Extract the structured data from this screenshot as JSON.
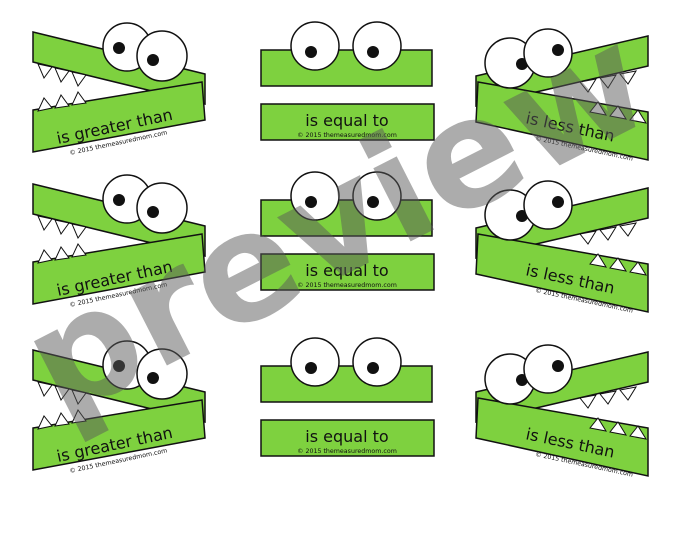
{
  "labels": {
    "greater": "is greater than",
    "equal": "is equal to",
    "less": "is less than"
  },
  "copyright": "© 2015 themeasuredmom.com",
  "watermark": "preview",
  "colors": {
    "green": "#7ed13f",
    "outline": "#111111",
    "eye_white": "#ffffff",
    "pupil": "#111111",
    "watermark": "#5a5a5a"
  },
  "cards": [
    {
      "kind": "greater"
    },
    {
      "kind": "equal"
    },
    {
      "kind": "less"
    },
    {
      "kind": "greater"
    },
    {
      "kind": "equal"
    },
    {
      "kind": "less"
    },
    {
      "kind": "greater"
    },
    {
      "kind": "equal"
    },
    {
      "kind": "less"
    }
  ]
}
